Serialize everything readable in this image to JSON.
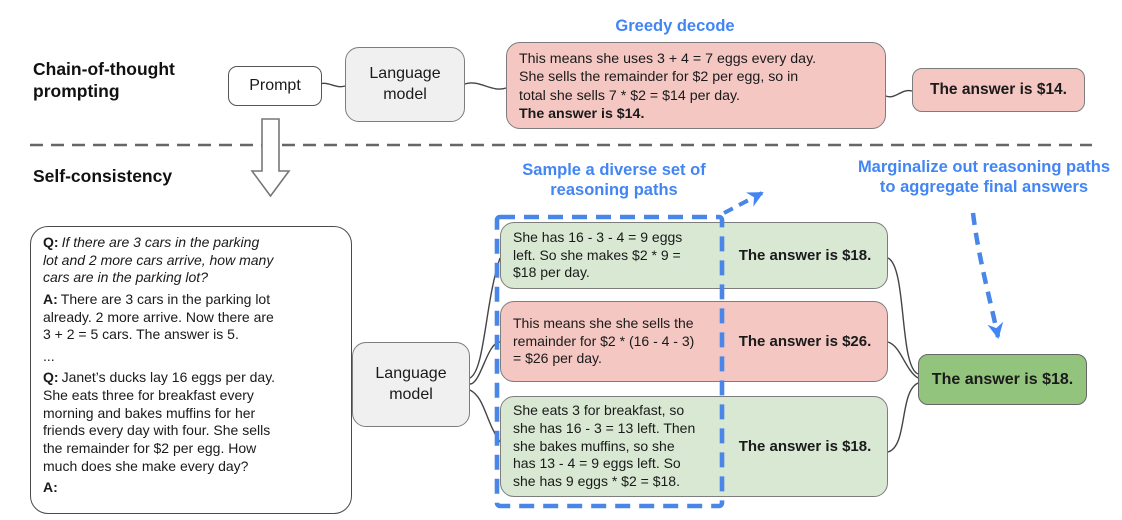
{
  "colors": {
    "accent_blue": "#4285f4",
    "path_pink": "#f4c7c3",
    "path_green": "#d9e8d3",
    "final_green": "#93c47d",
    "model_gray": "#f0f0f0"
  },
  "cot": {
    "label": "Chain-of-thought\nprompting",
    "prompt": "Prompt",
    "language_model": "Language\nmodel",
    "greedy_label": "Greedy decode",
    "output": {
      "text": "This means she uses 3 + 4 = 7 eggs every day.\nShe sells the remainder for $2 per egg, so in\ntotal she sells 7 * $2 = $14 per day.",
      "answer": "The answer is $14."
    },
    "final_answer": "The answer is $14."
  },
  "sc": {
    "label": "Self-consistency",
    "qa": {
      "q1_label": "Q:",
      "q1": "If there are 3 cars in the parking\nlot and 2 more cars arrive, how many\ncars are in the parking lot?",
      "a1_label": "A:",
      "a1": "There are 3 cars in the parking lot\nalready. 2 more arrive. Now there are\n3 + 2 = 5 cars. The answer is 5.",
      "ellipsis": "...",
      "q2_label": "Q:",
      "q2": "Janet’s ducks lay 16 eggs per day.\nShe eats three for breakfast every\nmorning and bakes muffins for her\nfriends every day with four. She sells\nthe remainder for $2 per egg. How\nmuch does she make every day?",
      "a2_label": "A:"
    },
    "language_model": "Language\nmodel",
    "sample_label": "Sample a diverse set of\nreasoning paths",
    "marginalize_label": "Marginalize out reasoning paths\nto aggregate final answers",
    "paths": [
      {
        "reasoning": "She has 16 - 3 - 4 = 9 eggs\nleft. So she makes $2 * 9 =\n$18 per day.",
        "answer": "The answer is $18.",
        "color": "#d9e8d3"
      },
      {
        "reasoning": "This means she she sells the\nremainder for $2 * (16 - 4 - 3)\n= $26 per day.",
        "answer": "The answer is $26.",
        "color": "#f4c7c3"
      },
      {
        "reasoning": "She eats 3 for breakfast, so\nshe has 16 - 3 = 13 left. Then\nshe bakes muffins, so she\nhas 13 - 4 = 9 eggs left. So\nshe has 9 eggs * $2 = $18.",
        "answer": "The answer is $18.",
        "color": "#d9e8d3"
      }
    ],
    "final_answer": "The answer is $18."
  }
}
